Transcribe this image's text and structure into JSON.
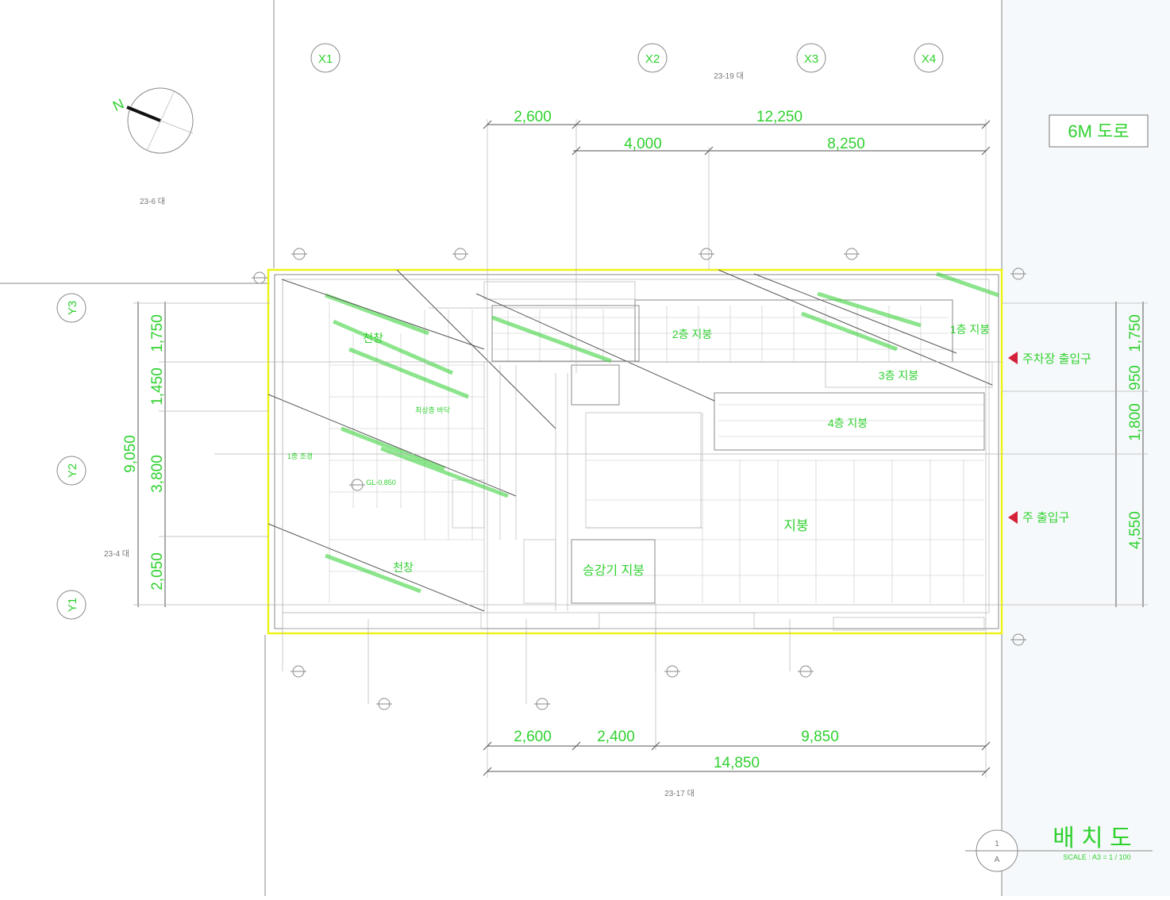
{
  "drawing": {
    "title": "배 치 도",
    "scale_note": "SCALE : A3 = 1 / 100",
    "road_label": "6M 도로",
    "north_symbol": "N",
    "title_mark": {
      "top": "1",
      "bottom": "A"
    }
  },
  "grid_axes": {
    "x": [
      "X1",
      "X2",
      "X3",
      "X4"
    ],
    "y": [
      "Y3",
      "Y2",
      "Y1"
    ]
  },
  "neighbor_lots": [
    "23-19 대",
    "23-6 대",
    "23-4 대",
    "23-17 대"
  ],
  "dimensions": {
    "top_row1": [
      "2,600",
      "12,250"
    ],
    "top_row2": [
      "4,000",
      "8,250"
    ],
    "bottom_row1": [
      "2,600",
      "2,400",
      "9,850"
    ],
    "bottom_total": "14,850",
    "left_total": "9,050",
    "left_parts": [
      "1,750",
      "1,450",
      "3,800",
      "2,050"
    ],
    "right_parts": [
      "1,750",
      "950",
      "1,800",
      "4,550"
    ]
  },
  "rooms": {
    "skylight_top": "천창",
    "skylight_bottom": "천창",
    "roof_2f": "2층 지붕",
    "roof_1f": "1층 지붕",
    "roof_3f": "3층 지붕",
    "roof_4f": "4층 지붕",
    "roof_main": "지붕",
    "elevator_roof": "승강기 지붕",
    "level_left": "1층 조경",
    "level_mid": "최상층 바닥",
    "level_2": "GL-0.850"
  },
  "entrances": {
    "parking": "주차장 출입구",
    "main": "주 출입구"
  },
  "colors": {
    "accent_green": "#2fd12f",
    "site_boundary": "#eef21a",
    "entrance_red": "#d42038"
  }
}
